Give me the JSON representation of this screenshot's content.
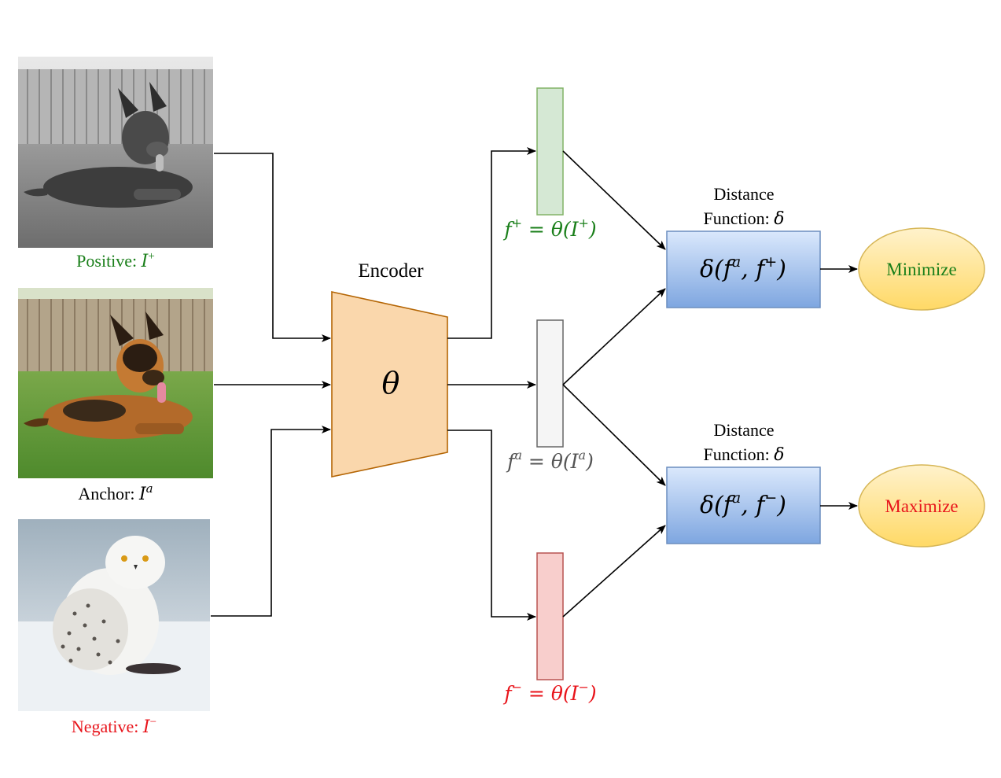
{
  "images": {
    "positive": {
      "caption_prefix": "Positive: ",
      "caption_var": "I",
      "caption_sup": "+",
      "color": "#1a7f1a",
      "subject": "dog-grayscale-photo"
    },
    "anchor": {
      "caption_prefix": "Anchor: ",
      "caption_var": "I",
      "caption_sup": "a",
      "color": "#000000",
      "subject": "dog-color-photo"
    },
    "negative": {
      "caption_prefix": "Negative: ",
      "caption_var": "I",
      "caption_sup": "−",
      "color": "#e8141b",
      "subject": "snowy-owl-photo"
    }
  },
  "encoder": {
    "label": "Encoder",
    "symbol": "θ",
    "fill": "#fad7ac",
    "stroke": "#b46504"
  },
  "features": {
    "positive": {
      "var": "f",
      "sup": "+",
      "rhs": " = θ(I",
      "rhs_sup": "+",
      "rhs_end": ")",
      "fill": "#d5e8d4",
      "stroke": "#82b366",
      "color": "#1a7f1a"
    },
    "anchor": {
      "var": "f",
      "sup": "a",
      "rhs": " = θ(I",
      "rhs_sup": "a",
      "rhs_end": ")",
      "fill": "#f5f5f5",
      "stroke": "#666666",
      "color": "#555555"
    },
    "negative": {
      "var": "f",
      "sup": "−",
      "rhs": " = θ(I",
      "rhs_sup": "−",
      "rhs_end": ")",
      "fill": "#f8cecc",
      "stroke": "#b85450",
      "color": "#e8141b"
    }
  },
  "distances": {
    "top": {
      "title_line1": "Distance",
      "title_line2": "Function: ",
      "title_symbol": "δ",
      "expr_open": "δ(f",
      "expr_sup1": "a",
      "expr_mid": ", f",
      "expr_sup2": "+",
      "expr_close": ")"
    },
    "bottom": {
      "title_line1": "Distance",
      "title_line2": "Function: ",
      "title_symbol": "δ",
      "expr_open": "δ(f",
      "expr_sup1": "a",
      "expr_mid": ", f",
      "expr_sup2": "−",
      "expr_close": ")"
    },
    "box_fill_top": "#dae8fc",
    "box_fill_bottom": "#7ea6e0",
    "box_stroke": "#6c8ebf"
  },
  "objectives": {
    "minimize": {
      "label": "Minimize",
      "color": "#1a7f1a"
    },
    "maximize": {
      "label": "Maximize",
      "color": "#e8141b"
    },
    "fill_top": "#fff2cc",
    "fill_bottom": "#ffd966",
    "stroke": "#d6b656"
  }
}
